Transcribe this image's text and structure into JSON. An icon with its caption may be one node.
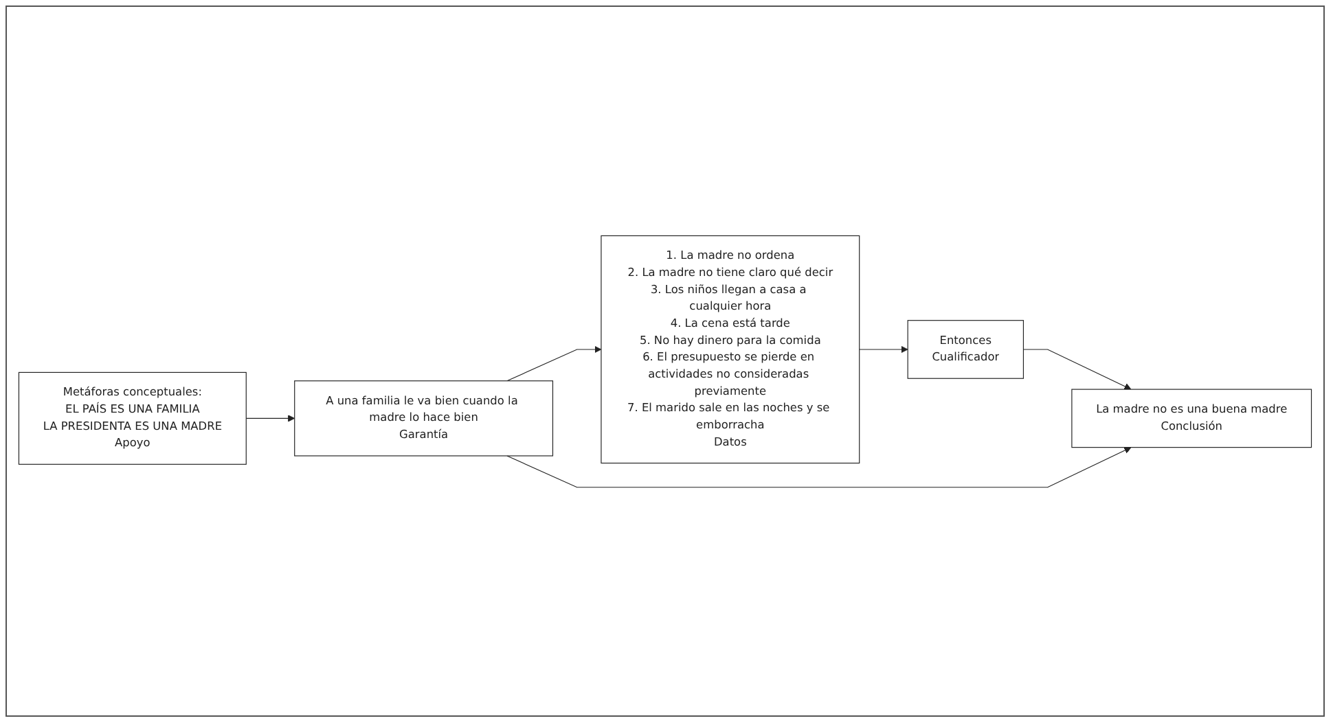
{
  "diagram": {
    "nodes": [
      {
        "text": [
          "1. La madre no ordena",
          "2. La madre no tiene claro qué decir",
          "3. Los niños llegan a casa a cualquier hora",
          "4. La cena está tarde",
          "5. No hay dinero para la comida",
          "6. El presupuesto se pierde en actividades no consideradas previamente",
          "7. El marido sale en las noches y se emborracha",
          "Datos"
        ]
      },
      {
        "text": [
          "Entonces",
          "Cualificador"
        ]
      },
      {
        "text": [
          "La madre no es una buena madre",
          "Conclusión"
        ]
      },
      {
        "text": [
          "A una familia le va bien cuando la madre lo hace bien",
          "Garantía"
        ]
      },
      {
        "text": [
          "Metáforas conceptuales:",
          "EL PAÍS ES UNA FAMILIA",
          "LA PRESIDENTA ES UNA MADRE",
          "Apoyo"
        ]
      }
    ],
    "edges": [
      {
        "from": 0,
        "to": 1,
        "arrow": "to"
      },
      {
        "from": 1,
        "to": 2,
        "arrow": "to"
      },
      {
        "from": 3,
        "to": 2,
        "arrow": "to"
      },
      {
        "from": 3,
        "to": 0,
        "arrow": "to"
      },
      {
        "from": 4,
        "to": 3,
        "arrow": "to"
      }
    ]
  }
}
